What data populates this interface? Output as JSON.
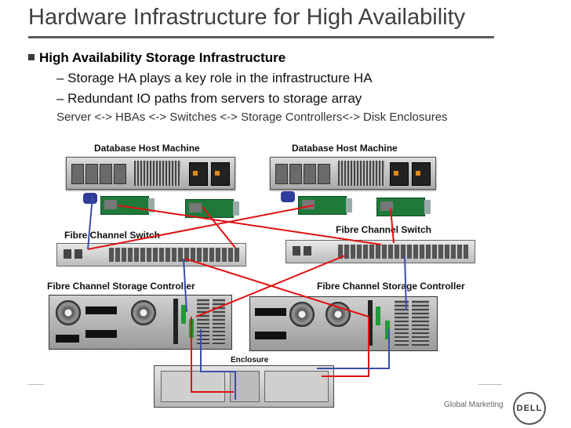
{
  "slide": {
    "title": "Hardware Infrastructure for High Availability",
    "bullet": "High Availability Storage Infrastructure",
    "sub_bullets": [
      "– Storage HA plays a key role in the infrastructure HA",
      "– Redundant IO paths from servers to  storage array"
    ],
    "path_line": "Server <-> HBAs  <-> Switches <-> Storage Controllers<-> Disk Enclosures"
  },
  "diagram": {
    "host_left_label": "Database Host Machine",
    "host_right_label": "Database Host Machine",
    "switch_left_label": "Fibre Channel Switch",
    "switch_right_label": "Fibre Channel Switch",
    "controller_left_label": "Fibre Channel Storage Controller",
    "controller_right_label": "Fibre Channel Storage Controller",
    "enclosure_label": "Enclosure",
    "colors": {
      "primary_path": "#e01010",
      "secondary_path": "#3a4ea8"
    }
  },
  "footer": {
    "right_text": "Global Marketing",
    "logo_text": "DELL"
  }
}
